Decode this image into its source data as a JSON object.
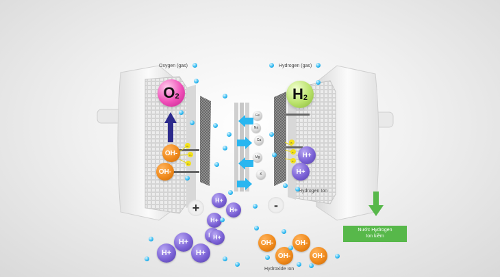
{
  "labels": {
    "oxygen_gas": "Oxygen (gas)",
    "hydrogen_gas": "Hydrogen (gas)",
    "hydrogen_ion": "Hydrogen Ion",
    "hydroxide_ion": "Hydroxide Ion"
  },
  "gas_molecules": {
    "o2": {
      "symbol": "O",
      "subscript": "2"
    },
    "h2": {
      "symbol": "H",
      "subscript": "2"
    }
  },
  "ions": {
    "oh": "OH-",
    "hp": "H+"
  },
  "electron_label": "e-",
  "mineral_ions": [
    "Fe",
    "Na",
    "Ca",
    "Mg",
    "K"
  ],
  "signs": {
    "plus": "+",
    "minus": "-"
  },
  "callout": {
    "line1": "Nước Hydrogen",
    "line2": "Ion kiềm"
  },
  "colors": {
    "o2": "#f04fb8",
    "h2": "#b9e26a",
    "hydroxide": "#f08a1c",
    "hydrogen_ion": "#7b62d6",
    "water_arrow": "#29b6f0",
    "up_arrow": "#2c2a8c",
    "output_arrow": "#57b84a"
  }
}
